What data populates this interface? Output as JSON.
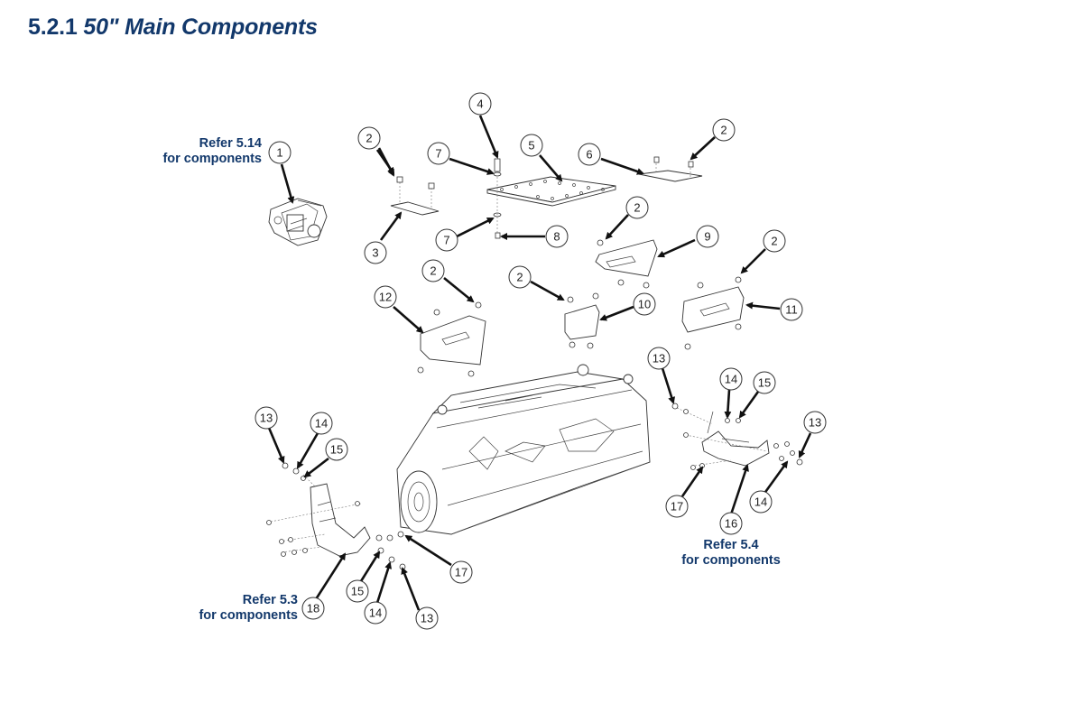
{
  "header": {
    "section_number": "5.2.1",
    "section_title": "50\" Main Components"
  },
  "references": [
    {
      "id": "ref-5-14",
      "line1": "Refer 5.14",
      "line2": "for components"
    },
    {
      "id": "ref-5-3",
      "line1": "Refer 5.3",
      "line2": "for components"
    },
    {
      "id": "ref-5-4",
      "line1": "Refer 5.4",
      "line2": "for components"
    }
  ],
  "callouts": [
    {
      "label": "1"
    },
    {
      "label": "2"
    },
    {
      "label": "3"
    },
    {
      "label": "2"
    },
    {
      "label": "4"
    },
    {
      "label": "7"
    },
    {
      "label": "5"
    },
    {
      "label": "7"
    },
    {
      "label": "8"
    },
    {
      "label": "6"
    },
    {
      "label": "2"
    },
    {
      "label": "2"
    },
    {
      "label": "9"
    },
    {
      "label": "2"
    },
    {
      "label": "12"
    },
    {
      "label": "2"
    },
    {
      "label": "10"
    },
    {
      "label": "2"
    },
    {
      "label": "11"
    },
    {
      "label": "13"
    },
    {
      "label": "14"
    },
    {
      "label": "15"
    },
    {
      "label": "13"
    },
    {
      "label": "13"
    },
    {
      "label": "14"
    },
    {
      "label": "15"
    },
    {
      "label": "17"
    },
    {
      "label": "16"
    },
    {
      "label": "14"
    },
    {
      "label": "17"
    },
    {
      "label": "15"
    },
    {
      "label": "14"
    },
    {
      "label": "13"
    },
    {
      "label": "18"
    }
  ],
  "colors": {
    "heading": "#12386b",
    "line": "#333333",
    "arrow": "#111111"
  }
}
